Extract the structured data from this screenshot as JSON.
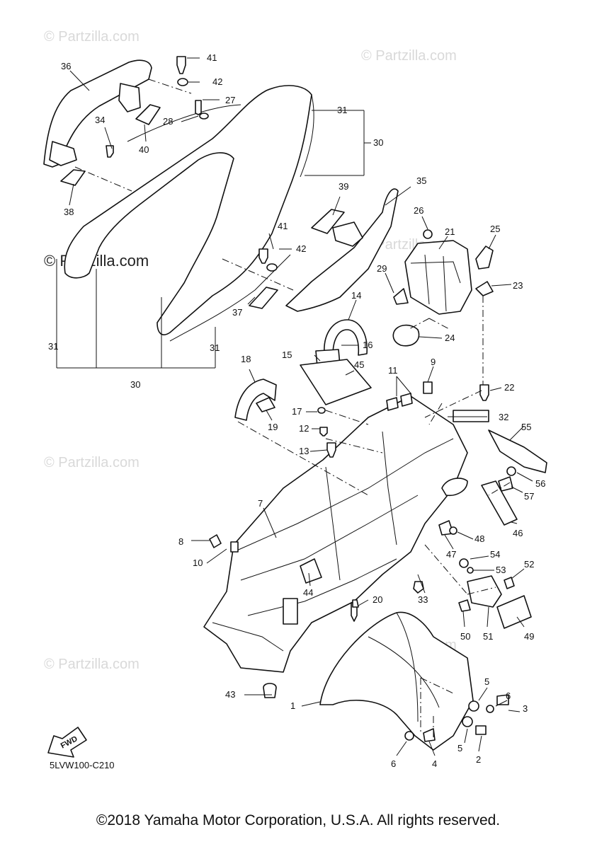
{
  "watermark": "© Partzilla.com",
  "diagram_code": "5LVW100-C210",
  "fwd_label": "FWD",
  "copyright": "©2018 Yamaha Motor Corporation, U.S.A. All rights reserved.",
  "callouts": [
    "1",
    "2",
    "3",
    "4",
    "5",
    "5",
    "6",
    "6",
    "7",
    "8",
    "9",
    "10",
    "11",
    "12",
    "13",
    "14",
    "15",
    "16",
    "17",
    "18",
    "19",
    "20",
    "21",
    "22",
    "23",
    "24",
    "25",
    "26",
    "27",
    "28",
    "29",
    "30",
    "30",
    "31",
    "31",
    "31",
    "32",
    "33",
    "34",
    "35",
    "36",
    "37",
    "38",
    "39",
    "40",
    "41",
    "41",
    "42",
    "42",
    "43",
    "44",
    "45",
    "46",
    "47",
    "48",
    "49",
    "50",
    "51",
    "52",
    "53",
    "54",
    "55",
    "56",
    "57"
  ]
}
